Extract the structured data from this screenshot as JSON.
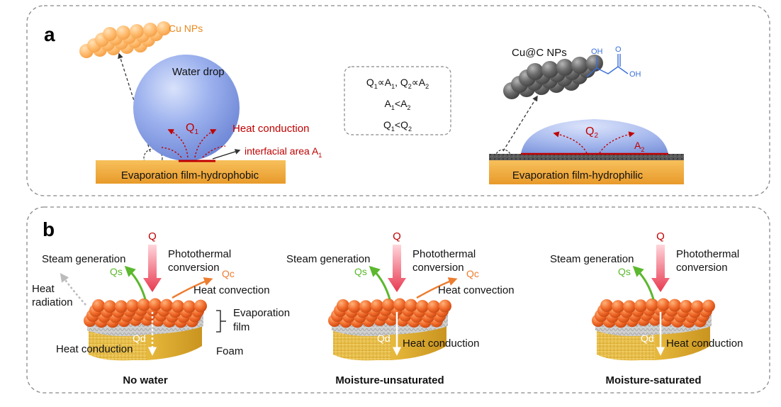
{
  "panel_a": {
    "label": "a",
    "cu_nps": "Cu NPs",
    "water_drop": "Water drop",
    "q1": "Q",
    "q1_sub": "1",
    "heat_conduction": "Heat conduction",
    "interfacial_area": "interfacial area A",
    "interfacial_area_sub": "1",
    "film_hydrophobic": "Evaporation film-hydrophobic",
    "relations": {
      "line1": [
        "Q",
        "1",
        "∝A",
        "1",
        ", Q",
        "2",
        "∝A",
        "2"
      ],
      "line2": [
        "A",
        "1",
        "<A",
        "2"
      ],
      "line3": [
        "Q",
        "1",
        "<Q",
        "2"
      ]
    },
    "cuc_nps": "Cu@C NPs",
    "oh_top": "OH",
    "o_label": "O",
    "oh_right": "OH",
    "q2": "Q",
    "q2_sub": "2",
    "a2": "A",
    "a2_sub": "2",
    "film_hydrophilic": "Evaporation film-hydrophilic"
  },
  "panel_b": {
    "label": "b",
    "scenes": [
      {
        "q": "Q",
        "steam": "Steam generation",
        "qs": "Qs",
        "photothermal_1": "Photothermal",
        "photothermal_2": "conversion",
        "qc": "Qc",
        "heat_convection": "Heat convection",
        "heat_radiation_1": "Heat",
        "heat_radiation_2": "radiation",
        "evap_film_1": "Evaporation",
        "evap_film_2": "film",
        "foam": "Foam",
        "qd": "Qd",
        "heat_conduction": "Heat conduction",
        "caption": "No water"
      },
      {
        "q": "Q",
        "steam": "Steam generation",
        "qs": "Qs",
        "photothermal_1": "Photothermal",
        "photothermal_2": "conversion",
        "qc": "Qc",
        "heat_convection": "Heat convection",
        "qd": "Qd",
        "heat_conduction": "Heat conduction",
        "caption": "Moisture-unsaturated"
      },
      {
        "q": "Q",
        "steam": "Steam generation",
        "qs": "Qs",
        "photothermal_1": "Photothermal",
        "photothermal_2": "conversion",
        "qd": "Qd",
        "heat_conduction": "Heat conduction",
        "caption": "Moisture-saturated"
      }
    ]
  },
  "colors": {
    "red_text": "#c00000",
    "orange": "#ed7d31",
    "green": "#5cb82e",
    "drop_blue": "#8aa4e6",
    "film_gold": "#f3a93a",
    "panel_border": "#888888"
  }
}
